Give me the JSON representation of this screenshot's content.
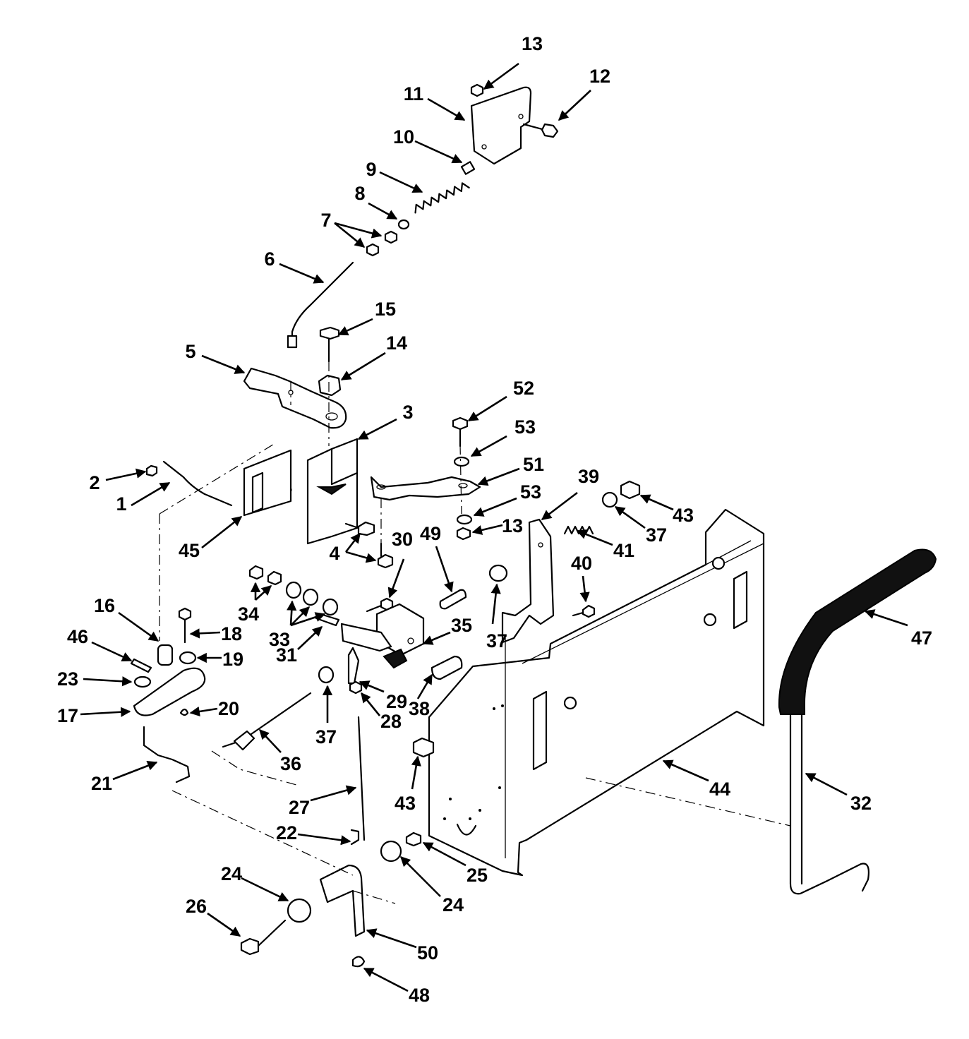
{
  "diagram": {
    "background": "#ffffff",
    "ink": "#000000",
    "callouts": [
      {
        "id": "c13a",
        "label": "13"
      },
      {
        "id": "c12",
        "label": "12"
      },
      {
        "id": "c11",
        "label": "11"
      },
      {
        "id": "c10",
        "label": "10"
      },
      {
        "id": "c9",
        "label": "9"
      },
      {
        "id": "c8",
        "label": "8"
      },
      {
        "id": "c7",
        "label": "7"
      },
      {
        "id": "c6",
        "label": "6"
      },
      {
        "id": "c15",
        "label": "15"
      },
      {
        "id": "c14",
        "label": "14"
      },
      {
        "id": "c5",
        "label": "5"
      },
      {
        "id": "c52",
        "label": "52"
      },
      {
        "id": "c53a",
        "label": "53"
      },
      {
        "id": "c3",
        "label": "3"
      },
      {
        "id": "c51",
        "label": "51"
      },
      {
        "id": "c53b",
        "label": "53"
      },
      {
        "id": "c13b",
        "label": "13"
      },
      {
        "id": "c39",
        "label": "39"
      },
      {
        "id": "c43a",
        "label": "43"
      },
      {
        "id": "c37a",
        "label": "37"
      },
      {
        "id": "c41",
        "label": "41"
      },
      {
        "id": "c2",
        "label": "2"
      },
      {
        "id": "c1",
        "label": "1"
      },
      {
        "id": "c45",
        "label": "45"
      },
      {
        "id": "c4",
        "label": "4"
      },
      {
        "id": "c30",
        "label": "30"
      },
      {
        "id": "c49",
        "label": "49"
      },
      {
        "id": "c40",
        "label": "40"
      },
      {
        "id": "c47",
        "label": "47"
      },
      {
        "id": "c34",
        "label": "34"
      },
      {
        "id": "c33",
        "label": "33"
      },
      {
        "id": "c35",
        "label": "35"
      },
      {
        "id": "c37b",
        "label": "37"
      },
      {
        "id": "c31",
        "label": "31"
      },
      {
        "id": "c16",
        "label": "16"
      },
      {
        "id": "c18",
        "label": "18"
      },
      {
        "id": "c19",
        "label": "19"
      },
      {
        "id": "c46",
        "label": "46"
      },
      {
        "id": "c23",
        "label": "23"
      },
      {
        "id": "c20",
        "label": "20"
      },
      {
        "id": "c17",
        "label": "17"
      },
      {
        "id": "c29",
        "label": "29"
      },
      {
        "id": "c28",
        "label": "28"
      },
      {
        "id": "c38",
        "label": "38"
      },
      {
        "id": "c37c",
        "label": "37"
      },
      {
        "id": "c36",
        "label": "36"
      },
      {
        "id": "c21",
        "label": "21"
      },
      {
        "id": "c43b",
        "label": "43"
      },
      {
        "id": "c27",
        "label": "27"
      },
      {
        "id": "c44",
        "label": "44"
      },
      {
        "id": "c32",
        "label": "32"
      },
      {
        "id": "c22",
        "label": "22"
      },
      {
        "id": "c25",
        "label": "25"
      },
      {
        "id": "c24a",
        "label": "24"
      },
      {
        "id": "c24b",
        "label": "24"
      },
      {
        "id": "c26",
        "label": "26"
      },
      {
        "id": "c50",
        "label": "50"
      },
      {
        "id": "c48",
        "label": "48"
      }
    ]
  }
}
